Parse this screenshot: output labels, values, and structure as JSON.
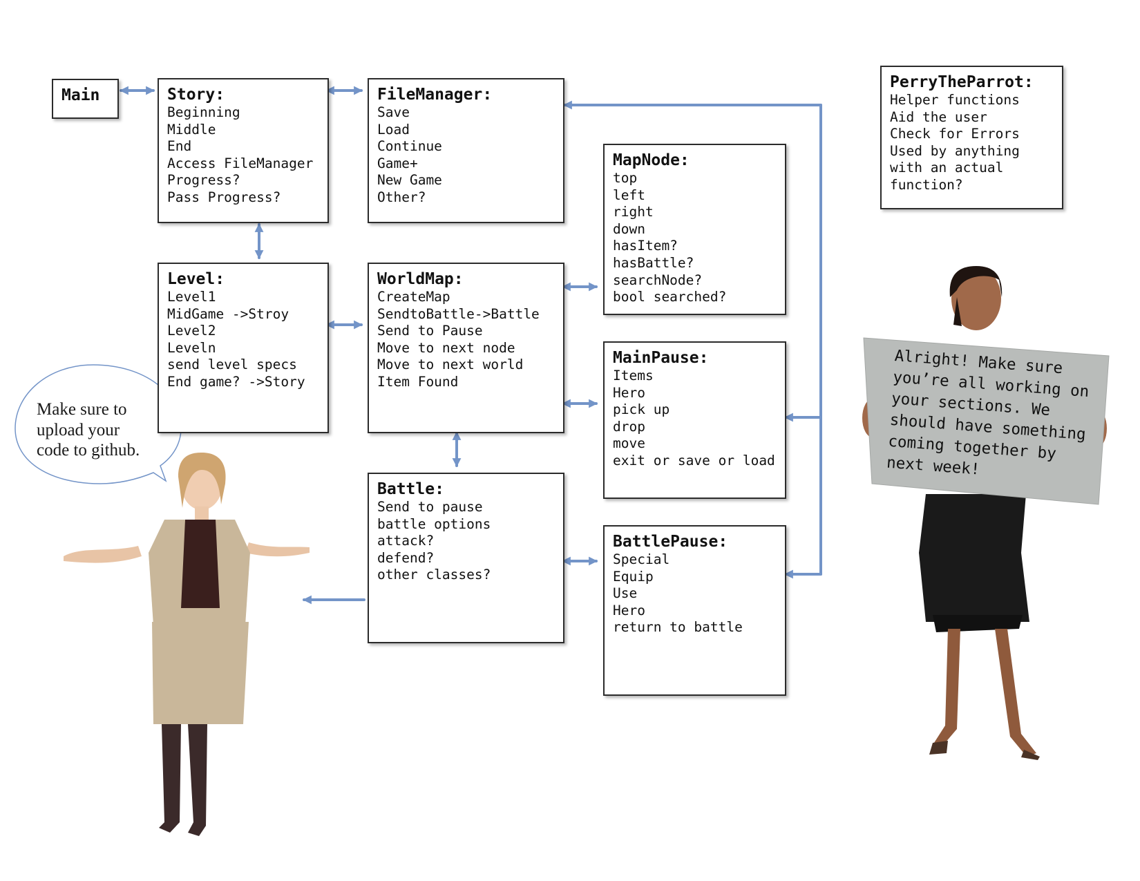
{
  "boxes": {
    "main": {
      "title": "Main",
      "items": []
    },
    "story": {
      "title": "Story:",
      "items": [
        "Beginning",
        "Middle",
        "End",
        "Access FileManager",
        "Progress?",
        "Pass Progress?"
      ]
    },
    "filemanager": {
      "title": "FileManager:",
      "items": [
        "Save",
        "Load",
        "Continue",
        "Game+",
        "New Game",
        "Other?"
      ]
    },
    "level": {
      "title": "Level:",
      "items": [
        "Level1",
        "MidGame ->Stroy",
        "Level2",
        "Leveln",
        "send level specs",
        "End game? ->Story"
      ]
    },
    "worldmap": {
      "title": "WorldMap:",
      "items": [
        "CreateMap",
        "SendtoBattle->Battle",
        "Send to Pause",
        "Move to next node",
        "Move to next world",
        "Item Found"
      ]
    },
    "mapnode": {
      "title": "MapNode:",
      "items": [
        "top",
        "left",
        "right",
        "down",
        "hasItem?",
        "hasBattle?",
        "searchNode?",
        "bool searched?"
      ]
    },
    "mainpause": {
      "title": "MainPause:",
      "items": [
        "Items",
        "Hero",
        "pick up",
        "drop",
        "move",
        "exit or save or load"
      ]
    },
    "battle": {
      "title": "Battle:",
      "items": [
        "Send to pause",
        "battle options",
        "attack?",
        "defend?",
        "other classes?"
      ]
    },
    "battlepause": {
      "title": "BattlePause:",
      "items": [
        "Special",
        "Equip",
        "Use",
        "Hero",
        "return to battle"
      ]
    },
    "perry": {
      "title": "PerryTheParrot:",
      "items": [
        "Helper functions",
        "Aid the user",
        "Check for Errors",
        "Used by anything",
        "with an actual",
        "function?"
      ]
    }
  },
  "bubble": {
    "lines": [
      "Make sure to",
      "upload your",
      "code to github."
    ]
  },
  "sign": {
    "lines": [
      "Alright! Make sure",
      "you’re all working on",
      "your sections. We",
      "should have something",
      "coming together by",
      "next week!"
    ]
  },
  "colors": {
    "arrow": "#7394c8",
    "box_border": "#2b2b2b",
    "sign_bg": "#b9bcba"
  }
}
